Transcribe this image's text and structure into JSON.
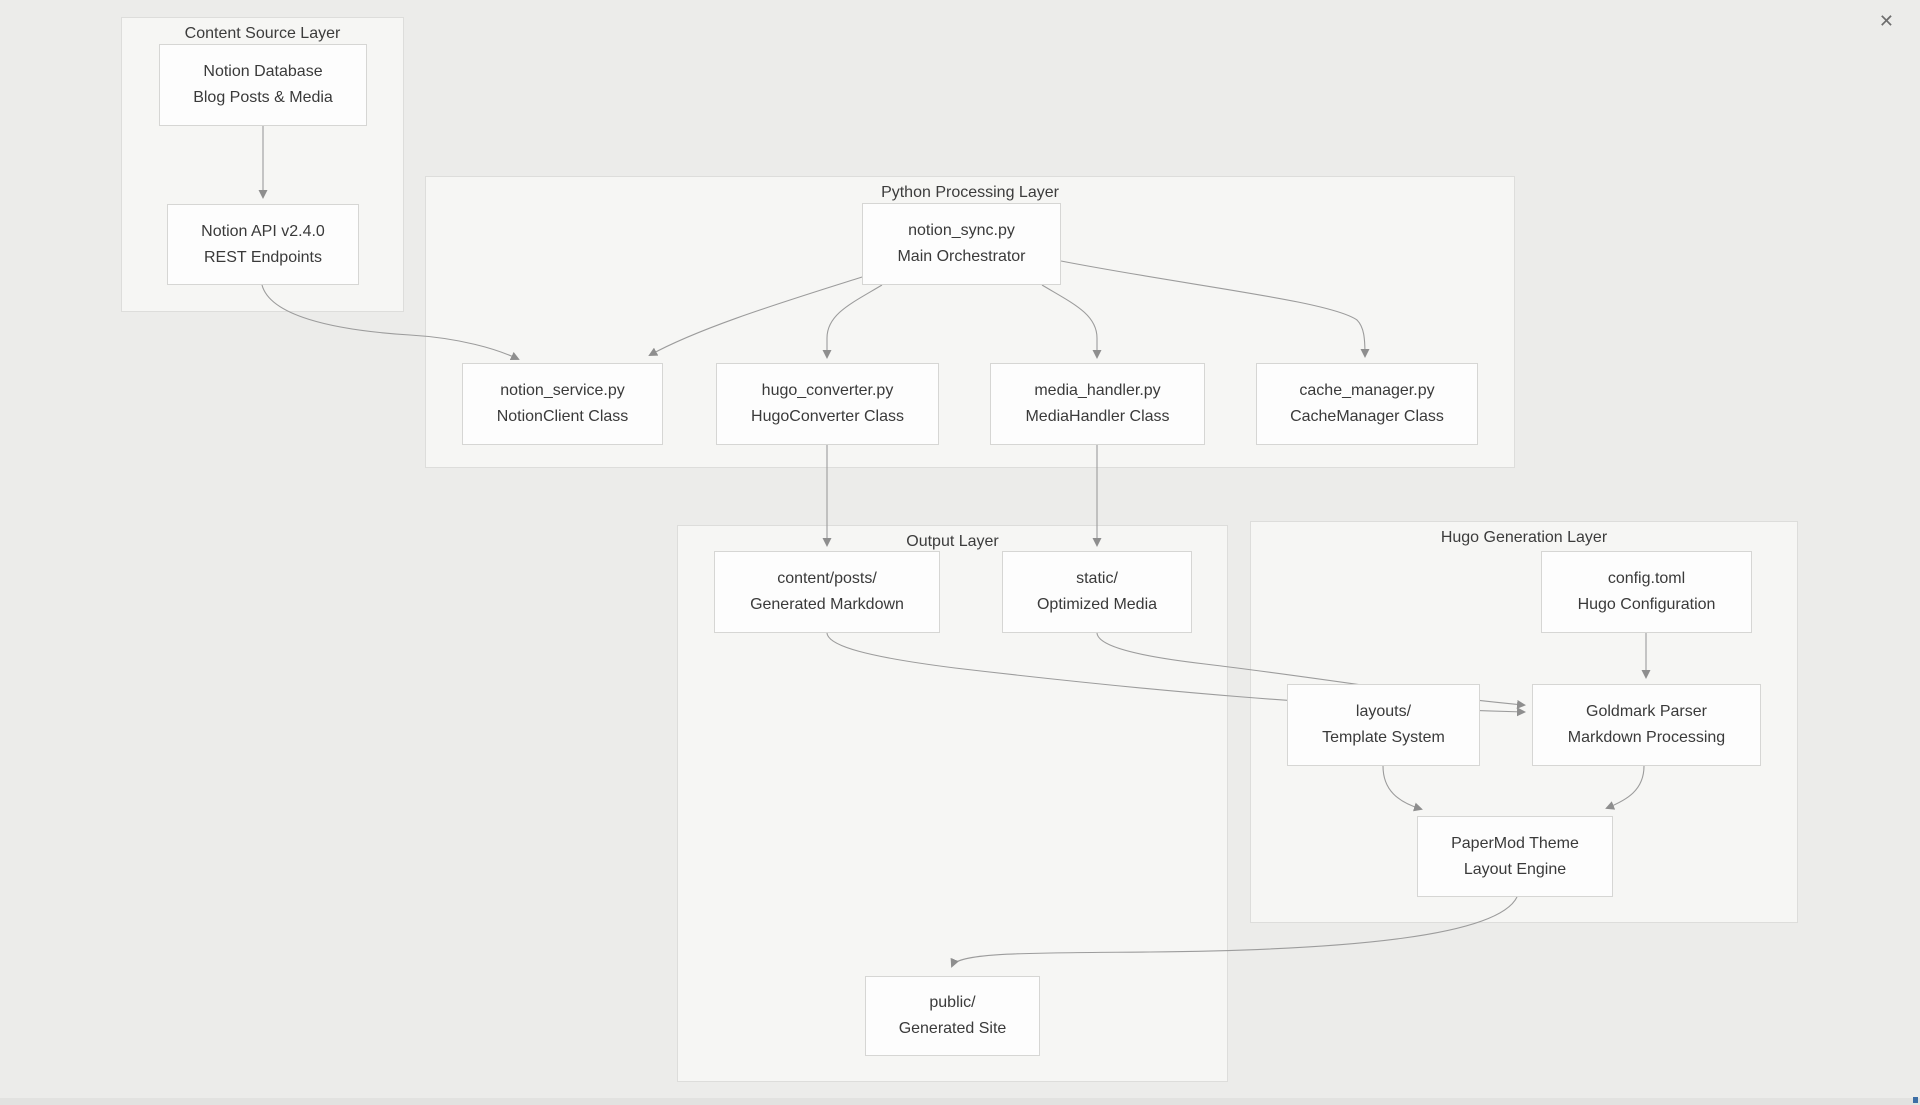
{
  "page": {
    "close_label": "✕"
  },
  "diagram": {
    "clusters": [
      {
        "id": "content-source",
        "title": "Content Source Layer"
      },
      {
        "id": "python-processing",
        "title": "Python Processing Layer"
      },
      {
        "id": "output",
        "title": "Output Layer"
      },
      {
        "id": "hugo-generation",
        "title": "Hugo Generation Layer"
      }
    ],
    "nodes": [
      {
        "id": "notion-database",
        "line1": "Notion Database",
        "line2": "Blog Posts & Media"
      },
      {
        "id": "notion-api",
        "line1": "Notion API v2.4.0",
        "line2": "REST Endpoints"
      },
      {
        "id": "notion-sync",
        "line1": "notion_sync.py",
        "line2": "Main Orchestrator"
      },
      {
        "id": "notion-service",
        "line1": "notion_service.py",
        "line2": "NotionClient Class"
      },
      {
        "id": "hugo-converter",
        "line1": "hugo_converter.py",
        "line2": "HugoConverter Class"
      },
      {
        "id": "media-handler",
        "line1": "media_handler.py",
        "line2": "MediaHandler Class"
      },
      {
        "id": "cache-manager",
        "line1": "cache_manager.py",
        "line2": "CacheManager Class"
      },
      {
        "id": "content-posts",
        "line1": "content/posts/",
        "line2": "Generated Markdown"
      },
      {
        "id": "static-dir",
        "line1": "static/",
        "line2": "Optimized Media"
      },
      {
        "id": "config-toml",
        "line1": "config.toml",
        "line2": "Hugo Configuration"
      },
      {
        "id": "layouts-dir",
        "line1": "layouts/",
        "line2": "Template System"
      },
      {
        "id": "goldmark",
        "line1": "Goldmark Parser",
        "line2": "Markdown Processing"
      },
      {
        "id": "papermod",
        "line1": "PaperMod Theme",
        "line2": "Layout Engine"
      },
      {
        "id": "public-dir",
        "line1": "public/",
        "line2": "Generated Site"
      }
    ],
    "edges": [
      {
        "from": "notion-database",
        "to": "notion-api"
      },
      {
        "from": "notion-api",
        "to": "notion-service"
      },
      {
        "from": "notion-sync",
        "to": "notion-service"
      },
      {
        "from": "notion-sync",
        "to": "hugo-converter"
      },
      {
        "from": "notion-sync",
        "to": "media-handler"
      },
      {
        "from": "notion-sync",
        "to": "cache-manager"
      },
      {
        "from": "hugo-converter",
        "to": "content-posts"
      },
      {
        "from": "media-handler",
        "to": "static-dir"
      },
      {
        "from": "content-posts",
        "to": "goldmark"
      },
      {
        "from": "static-dir",
        "to": "goldmark"
      },
      {
        "from": "config-toml",
        "to": "goldmark"
      },
      {
        "from": "layouts-dir",
        "to": "papermod"
      },
      {
        "from": "goldmark",
        "to": "papermod"
      },
      {
        "from": "papermod",
        "to": "public-dir"
      }
    ],
    "colors": {
      "page_bg": "#ececea",
      "cluster_bg": "#f6f6f4",
      "cluster_border": "#dddddb",
      "node_bg": "#fdfdfd",
      "node_border": "#d6d6d4",
      "edge_line": "#9c9c9c",
      "arrowhead": "#8e8e8e",
      "text": "#3a3a3a"
    }
  }
}
